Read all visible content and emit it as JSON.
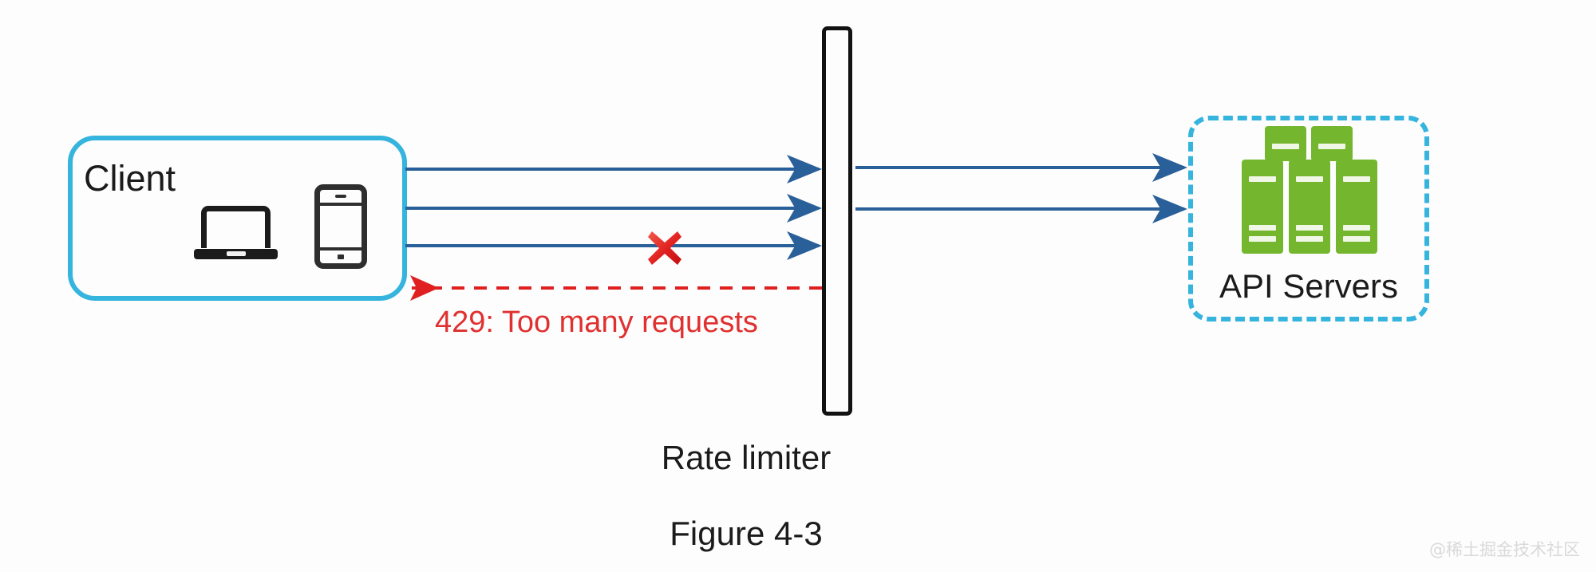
{
  "figure": {
    "caption": "Figure 4-3",
    "watermark": "@稀土掘金技术社区"
  },
  "client": {
    "label": "Client",
    "devices": [
      "laptop-icon",
      "phone-icon"
    ],
    "border_color": "#35b4de"
  },
  "rate_limiter": {
    "label": "Rate limiter",
    "bar_color": "#121212"
  },
  "api_servers": {
    "label": "API Servers",
    "border_color": "#35b4de",
    "server_color": "#74b72e",
    "server_count": 3
  },
  "flows": {
    "allowed_color": "#2a6099",
    "blocked_marker": "red-x-icon",
    "blocked_color": "#e02020",
    "error_message": "429: Too many requests",
    "error_color": "#e03030",
    "requests_in": 3,
    "requests_forwarded": 2,
    "requests_blocked": 1
  }
}
